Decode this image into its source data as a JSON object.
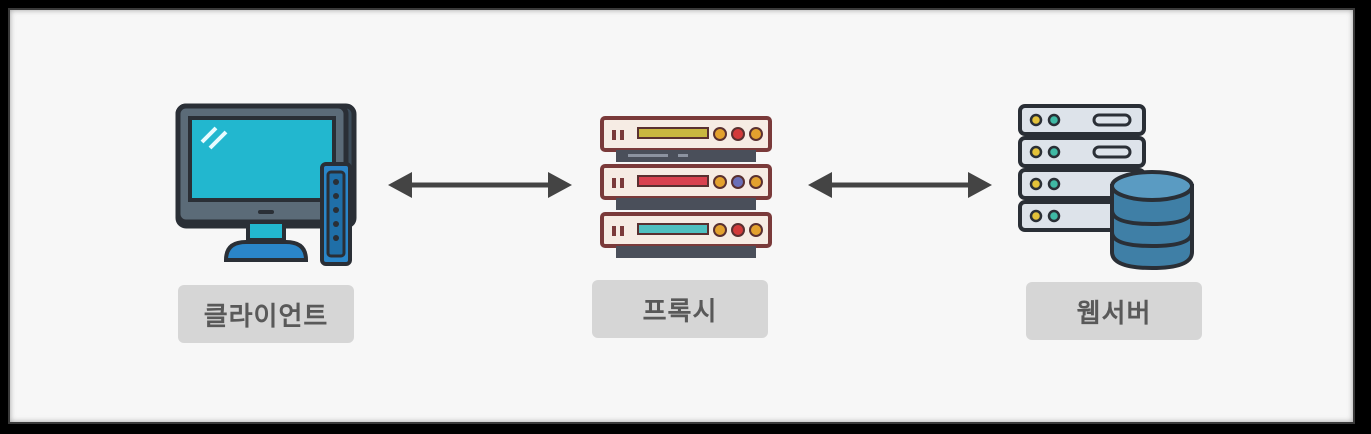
{
  "nodes": {
    "client": {
      "label": "클라이언트",
      "icon": "desktop-computer-icon"
    },
    "proxy": {
      "label": "프록시",
      "icon": "server-rack-icon"
    },
    "webserver": {
      "label": "웹서버",
      "icon": "database-server-icon"
    }
  },
  "connections": [
    {
      "from": "client",
      "to": "proxy",
      "style": "bidirectional-arrow"
    },
    {
      "from": "proxy",
      "to": "webserver",
      "style": "bidirectional-arrow"
    }
  ],
  "colors": {
    "background": "#f7f7f7",
    "label_box": "#d6d6d6",
    "label_text": "#595959",
    "arrow": "#444444"
  }
}
